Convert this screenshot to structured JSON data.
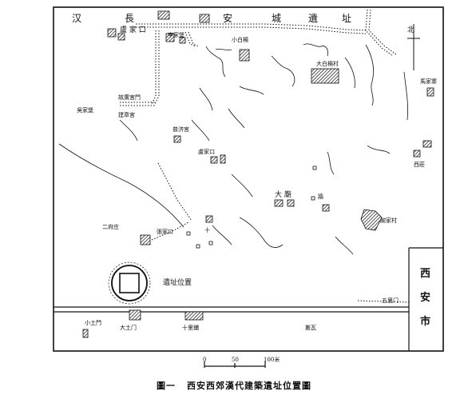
{
  "wall_title": [
    "汉",
    "長",
    "安",
    "城",
    "遺",
    "址"
  ],
  "north_label": "北",
  "city_label": [
    "西",
    "安",
    "市"
  ],
  "places": {
    "lu_jia_kou_top": "盧 家 口",
    "li_jia_bao": "李家堡",
    "xiao_bai_yang": "小白楊",
    "da_bai_yang_cun": "大白楊村",
    "gu_dan_men": "故廣宮門",
    "wu_jia_bao": "吳家堡",
    "jian_zhang_gong": "建章宮",
    "lu_jia_kou": "盧家口",
    "ma_jia_zhai": "馬家寨",
    "pu_ji_gong": "普济宮",
    "xi_zhuang": "西莊",
    "da_miao": "大 廟",
    "xie_jia_cun": "謝家村",
    "er_fu_zhuang": "二府庄",
    "zhang_jia_kou": "張家口",
    "yi_zhi_wei_zhi": "遺址位置",
    "wu_li_men": "五里门",
    "xiao_tu_men": "小土門",
    "da_tu_men": "大土门",
    "shi_li_pu": "十里鋪",
    "ban_wa": "搬瓦",
    "mark_1": "十",
    "mark_2": "牆"
  },
  "scale": {
    "ticks": [
      "0",
      "50",
      "100米"
    ]
  },
  "caption": {
    "fig": "圖一",
    "text": "西安西郊漢代建築遺址位置圖"
  }
}
